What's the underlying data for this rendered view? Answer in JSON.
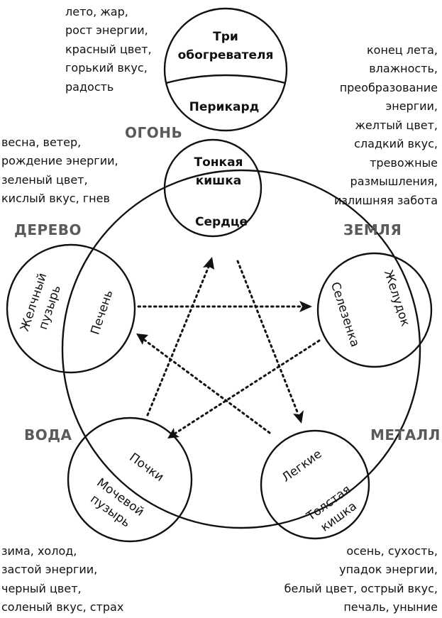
{
  "fire": {
    "element": "ОГОНЬ",
    "top_organ_1": "Три",
    "top_organ_2": "обогревателя",
    "pericardium": "Перикард",
    "small_intestine_1": "Тонкая",
    "small_intestine_2": "кишка",
    "heart": "Сердце",
    "description": [
      "лето, жар,",
      "рост энергии,",
      "красный цвет,",
      "горький вкус,",
      "радость"
    ]
  },
  "wood": {
    "element": "ДЕРЕВО",
    "gallbladder_1": "Желчный",
    "gallbladder_2": "пузырь",
    "liver": "Печень",
    "description": [
      "весна, ветер,",
      "рождение энергии,",
      "зеленый цвет,",
      "кислый вкус, гнев"
    ]
  },
  "earth": {
    "element": "ЗЕМЛЯ",
    "spleen": "Селезенка",
    "stomach": "Желудок",
    "description": [
      "конец лета,",
      "влажность,",
      "преобразование",
      "энергии,",
      "желтый цвет,",
      "сладкий вкус,",
      "тревожные",
      "размышления,",
      "излишняя забота"
    ]
  },
  "water": {
    "element": "ВОДА",
    "kidneys": "Почки",
    "bladder_1": "Мочевой",
    "bladder_2": "пузырь",
    "description": [
      "зима, холод,",
      "застой энергии,",
      "черный цвет,",
      "соленый вкус, страх"
    ]
  },
  "metal": {
    "element": "МЕТАЛЛ",
    "lungs": "Легкие",
    "large_intestine_1": "Толстая",
    "large_intestine_2": "кишка",
    "description": [
      "осень, сухость,",
      "упадок энергии,",
      "белый цвет, острый вкус,",
      "печаль, уныние"
    ]
  },
  "colors": {
    "line": "#111111",
    "element_label": "#5a5a5a",
    "background": "#ffffff"
  }
}
